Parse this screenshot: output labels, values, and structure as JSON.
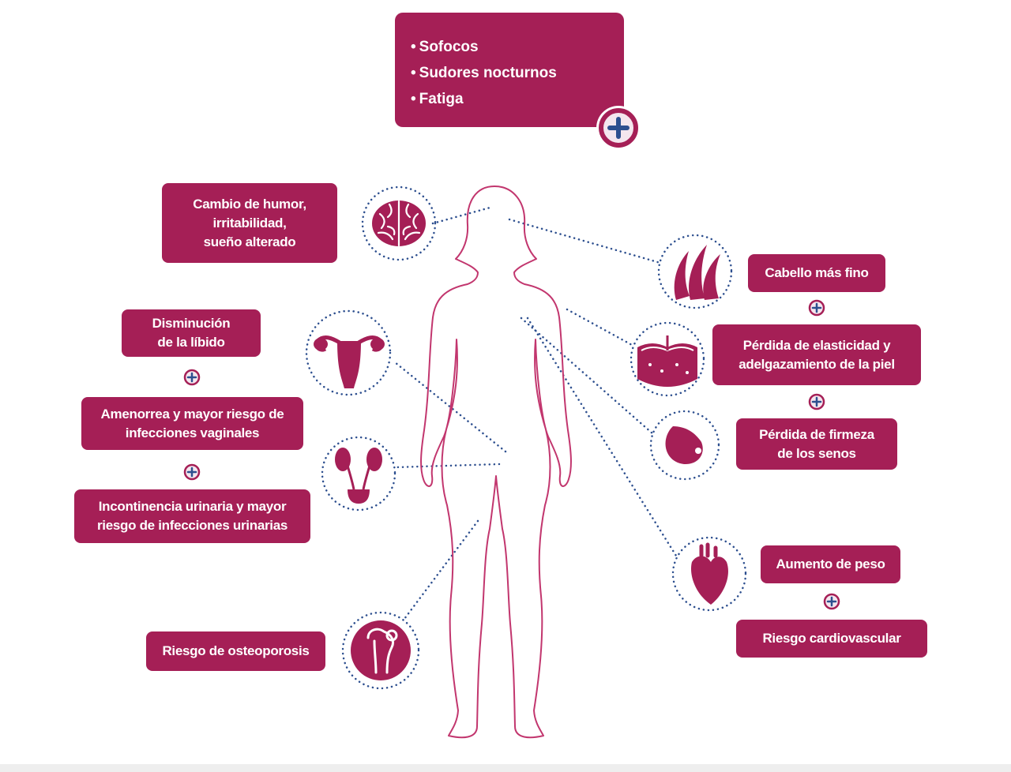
{
  "top_symptoms": [
    "Sofocos",
    "Sudores nocturnos",
    "Fatiga"
  ],
  "boxes": {
    "mood": [
      "Cambio de humor,",
      "irritabilidad,",
      "sueño alterado"
    ],
    "libido": [
      "Disminución",
      "de la líbido"
    ],
    "amenorrhea": [
      "Amenorrea y mayor riesgo de",
      "infecciones vaginales"
    ],
    "incontinence": [
      "Incontinencia urinaria y mayor",
      "riesgo de infecciones urinarias"
    ],
    "osteoporosis": [
      "Riesgo de osteoporosis"
    ],
    "hair": [
      "Cabello más fino"
    ],
    "skin": [
      "Pérdida de elasticidad y",
      "adelgazamiento de la piel"
    ],
    "breasts": [
      "Pérdida de firmeza",
      "de los senos"
    ],
    "weight": [
      "Aumento de peso"
    ],
    "cardio": [
      "Riesgo cardiovascular"
    ]
  },
  "icons": [
    "brain-icon",
    "hair-icon",
    "uterus-icon",
    "skin-icon",
    "breast-icon",
    "bladder-icon",
    "heart-icon",
    "bone-icon",
    "plus-icon"
  ],
  "colors": {
    "accent": "#a51f56",
    "body_outline": "#c2366e",
    "dots": "#2d4f8f",
    "plus_fill": "#f4e6ee"
  }
}
